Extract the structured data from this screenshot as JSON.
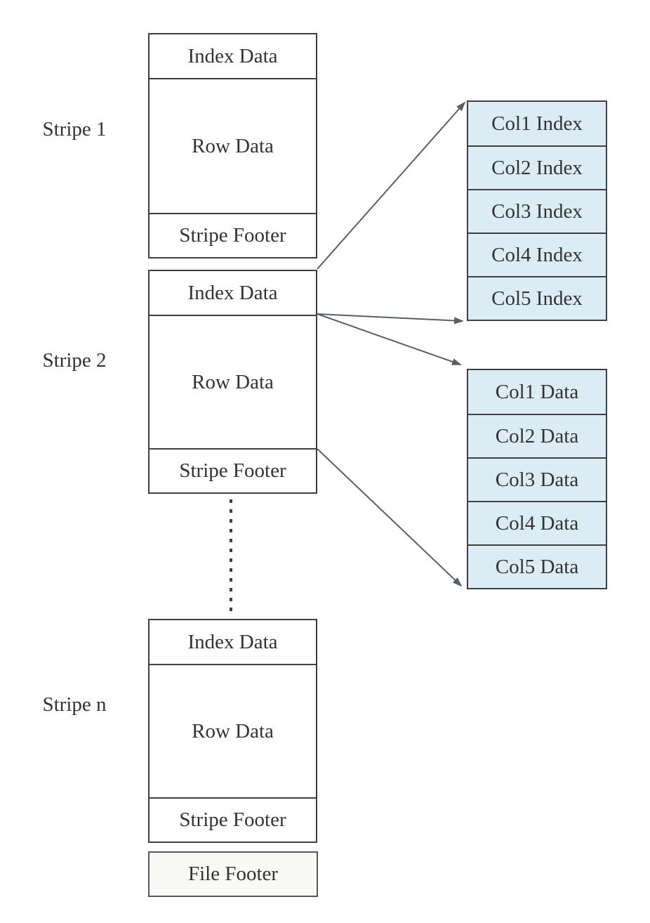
{
  "diagram": {
    "stripes": [
      {
        "label": "Stripe 1",
        "sections": {
          "index": "Index Data",
          "row": "Row Data",
          "footer": "Stripe Footer"
        }
      },
      {
        "label": "Stripe 2",
        "sections": {
          "index": "Index Data",
          "row": "Row Data",
          "footer": "Stripe Footer"
        }
      },
      {
        "label": "Stripe n",
        "sections": {
          "index": "Index Data",
          "row": "Row Data",
          "footer": "Stripe Footer"
        }
      }
    ],
    "file_footer_label": "File Footer",
    "index_stack": [
      "Col1 Index",
      "Col2 Index",
      "Col3 Index",
      "Col4 Index",
      "Col5 Index"
    ],
    "data_stack": [
      "Col1 Data",
      "Col2 Data",
      "Col3 Data",
      "Col4 Data",
      "Col5 Data"
    ],
    "colors": {
      "border": "#3c4043",
      "arrow": "#5a5f63",
      "text": "#333333",
      "stack_fill": "#dbecf4",
      "file_footer_fill": "#f9f9f5",
      "background": "#ffffff"
    }
  }
}
